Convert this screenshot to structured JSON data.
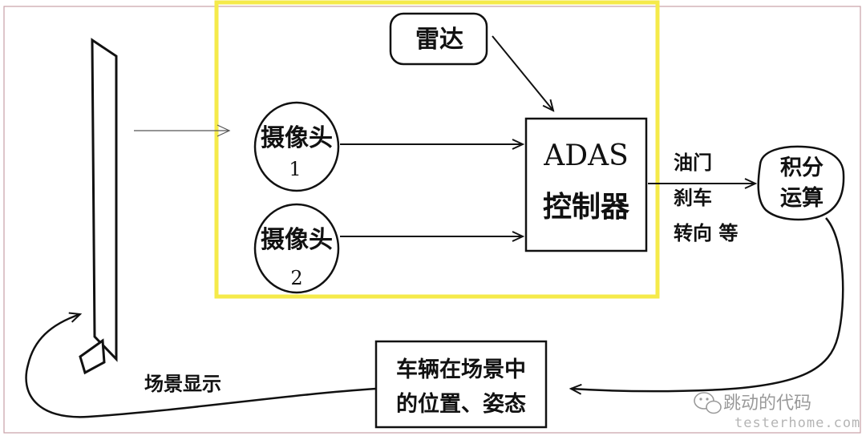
{
  "nodes": {
    "radar": "雷达",
    "camera1": {
      "name": "摄像头",
      "number": "1"
    },
    "camera2": {
      "name": "摄像头",
      "number": "2"
    },
    "adas": {
      "line1": "ADAS",
      "line2": "控制器"
    },
    "integral": {
      "line1": "积分",
      "line2": "运算"
    },
    "vehicle_state": {
      "line1": "车辆在场景中",
      "line2": "的位置、姿态"
    }
  },
  "edge_labels": {
    "controls": [
      "油门",
      "刹车",
      "转向 等"
    ],
    "scene_display": "场景显示"
  },
  "watermark": {
    "title": "跳动的代码",
    "subtitle": "testerhome.com",
    "icon": "wechat-bubble-icon"
  },
  "colors": {
    "highlight_frame": "#f5ea4a",
    "outer_frame": "#c9a0a6",
    "ink": "#111111",
    "watermark": "#9a9a9a"
  }
}
